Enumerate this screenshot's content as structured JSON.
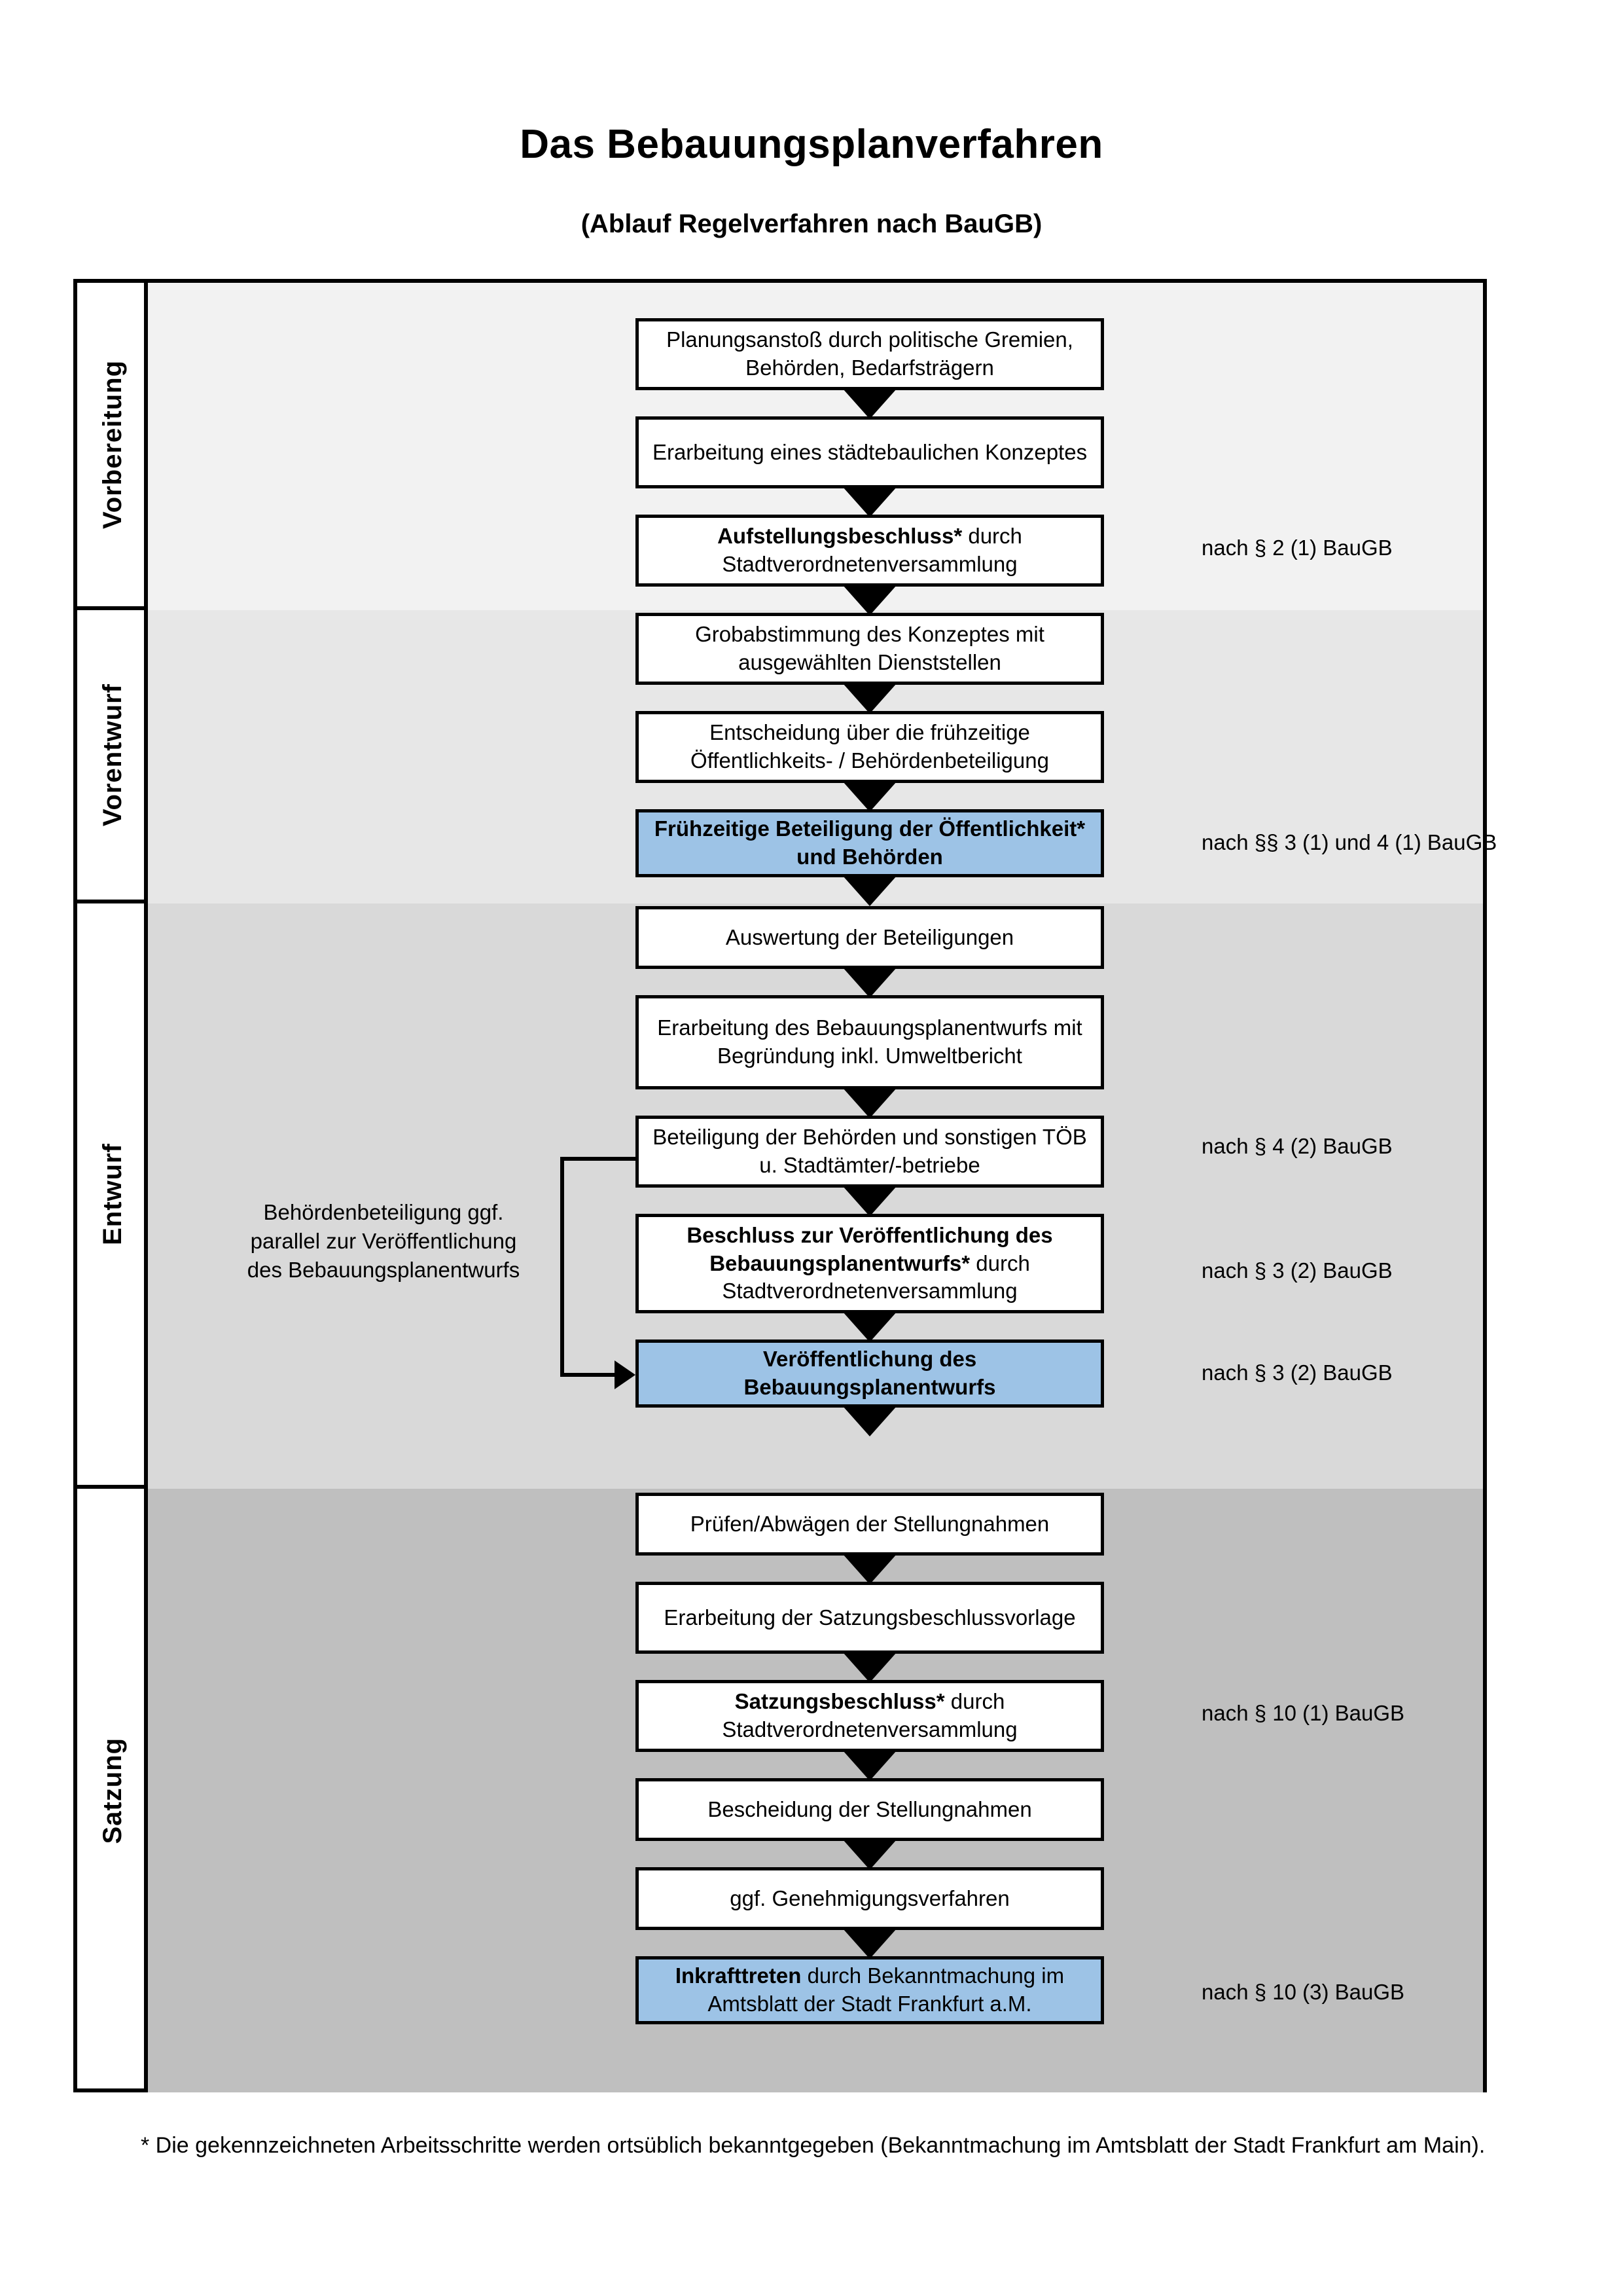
{
  "document": {
    "title": "Das Bebauungsplanverfahren",
    "subtitle": "(Ablauf Regelverfahren nach BauGB)",
    "footnote": "* Die gekennzeichneten Arbeitsschritte werden ortsüblich bekanntgegeben (Bekanntmachung im Amtsblatt  der Stadt Frankfurt am Main)."
  },
  "colors": {
    "highlight_blue": "#9DC3E6",
    "band_vorbereitung": "#F2F2F2",
    "band_vorentwurf": "#E7E7E7",
    "band_entwurf": "#D9D9D9",
    "band_satzung": "#BFBFBF",
    "box_border": "#000000"
  },
  "phases": [
    {
      "label": "Vorbereitung"
    },
    {
      "label": "Vorentwurf"
    },
    {
      "label": "Entwurf"
    },
    {
      "label": "Satzung"
    }
  ],
  "steps": [
    {
      "id": "s1",
      "phase": "Vorbereitung",
      "bold": "",
      "rest": "Planungsanstoß durch politische Gremien, Behörden, Bedarfsträgern",
      "highlight": false
    },
    {
      "id": "s2",
      "phase": "Vorbereitung",
      "bold": "",
      "rest": "Erarbeitung eines städtebaulichen Konzeptes",
      "highlight": false
    },
    {
      "id": "s3",
      "phase": "Vorbereitung",
      "bold": "Aufstellungsbeschluss*",
      "rest": " durch Stadtverordnetenversammlung",
      "highlight": false
    },
    {
      "id": "s4",
      "phase": "Vorentwurf",
      "bold": "",
      "rest": "Grobabstimmung des Konzeptes mit ausgewählten Dienststellen",
      "highlight": false
    },
    {
      "id": "s5",
      "phase": "Vorentwurf",
      "bold": "",
      "rest": "Entscheidung über die frühzeitige Öffentlichkeits- / Behördenbeteiligung",
      "highlight": false
    },
    {
      "id": "s6",
      "phase": "Vorentwurf",
      "bold": "Frühzeitige Beteiligung der Öffentlichkeit* und Behörden",
      "rest": "",
      "highlight": true
    },
    {
      "id": "s7",
      "phase": "Entwurf",
      "bold": "",
      "rest": "Auswertung der Beteiligungen",
      "highlight": false
    },
    {
      "id": "s8",
      "phase": "Entwurf",
      "bold": "",
      "rest": "Erarbeitung des Bebauungsplanentwurfs mit Begründung inkl. Umweltbericht",
      "highlight": false
    },
    {
      "id": "s9",
      "phase": "Entwurf",
      "bold": "",
      "rest": "Beteiligung der Behörden und sonstigen TÖB u. Stadtämter/-betriebe",
      "highlight": false
    },
    {
      "id": "s10",
      "phase": "Entwurf",
      "bold": "Beschluss zur Veröffentlichung des Bebauungsplanentwurfs*",
      "rest": " durch Stadtverordnetenversammlung",
      "highlight": false
    },
    {
      "id": "s11",
      "phase": "Entwurf",
      "bold": "Veröffentlichung des Bebauungsplanentwurfs",
      "rest": "",
      "highlight": true
    },
    {
      "id": "s12",
      "phase": "Satzung",
      "bold": "",
      "rest": "Prüfen/Abwägen der Stellungnahmen",
      "highlight": false
    },
    {
      "id": "s13",
      "phase": "Satzung",
      "bold": "",
      "rest": "Erarbeitung der Satzungsbeschlussvorlage",
      "highlight": false
    },
    {
      "id": "s14",
      "phase": "Satzung",
      "bold": "Satzungsbeschluss*",
      "rest": " durch Stadtverordnetenversammlung",
      "highlight": false
    },
    {
      "id": "s15",
      "phase": "Satzung",
      "bold": "",
      "rest": "Bescheidung der Stellungnahmen",
      "highlight": false
    },
    {
      "id": "s16",
      "phase": "Satzung",
      "bold": "",
      "rest": "ggf. Genehmigungsverfahren",
      "highlight": false
    },
    {
      "id": "s17",
      "phase": "Satzung",
      "bold": "Inkrafttreten",
      "rest": " durch Bekanntmachung im Amtsblatt der Stadt Frankfurt a.M.",
      "highlight": true
    }
  ],
  "law_refs": [
    {
      "id": "r1",
      "text": "nach § 2 (1) BauGB"
    },
    {
      "id": "r2",
      "text": "nach §§ 3 (1) und 4 (1) BauGB"
    },
    {
      "id": "r3",
      "text": "nach § 4 (2) BauGB"
    },
    {
      "id": "r4",
      "text": "nach § 3 (2) BauGB"
    },
    {
      "id": "r5",
      "text": "nach § 3 (2) BauGB"
    },
    {
      "id": "r6",
      "text": "nach § 10 (1) BauGB"
    },
    {
      "id": "r7",
      "text": "nach § 10 (3) BauGB"
    }
  ],
  "annotation": {
    "note": "Behördenbeteiligung ggf. parallel zur Veröffentlichung des Bebauungsplanentwurfs"
  }
}
